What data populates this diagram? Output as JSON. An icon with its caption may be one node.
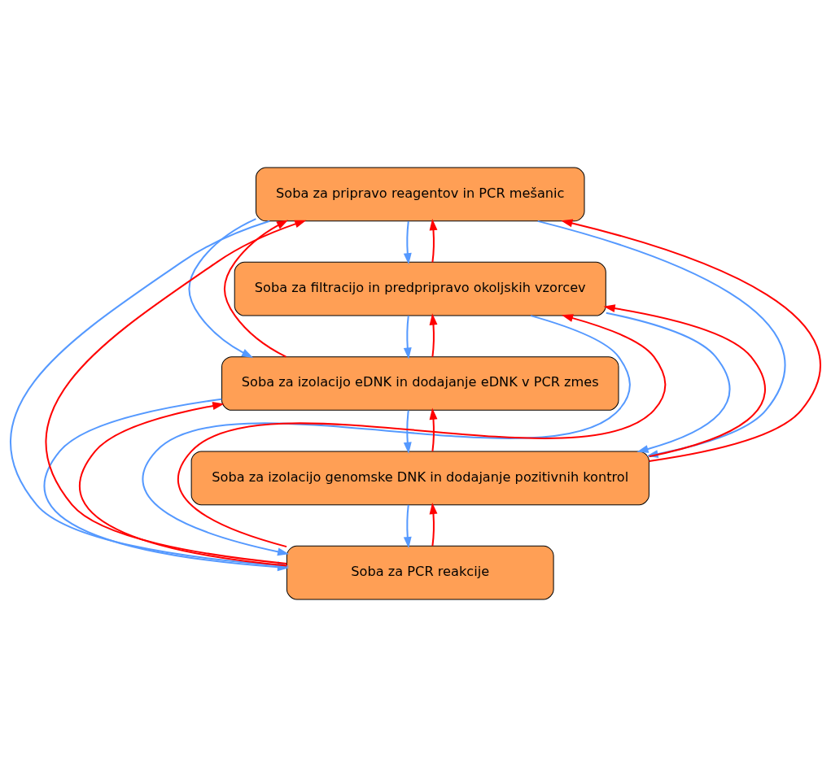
{
  "diagram": {
    "nodes": [
      {
        "text": [
          "Soba za pripravo reagentov in PCR mešanic"
        ]
      },
      {
        "text": [
          "Soba za filtracijo in predpripravo okoljskih vzorcev"
        ]
      },
      {
        "text": [
          "Soba za izolacijo eDNK in dodajanje eDNK v PCR zmes"
        ]
      },
      {
        "text": [
          "Soba za izolacijo genomske DNK in dodajanje pozitivnih kontrol"
        ]
      },
      {
        "text": [
          "Soba za PCR reakcije"
        ]
      }
    ],
    "edges": [
      {
        "from": 0,
        "to": 1,
        "arrow": "to",
        "color": "#5599ff"
      },
      {
        "from": 1,
        "to": 2,
        "arrow": "to",
        "color": "#5599ff"
      },
      {
        "from": 2,
        "to": 3,
        "arrow": "to",
        "color": "#5599ff"
      },
      {
        "from": 3,
        "to": 4,
        "arrow": "to",
        "color": "#5599ff"
      },
      {
        "from": 0,
        "to": 2,
        "arrow": "to",
        "color": "#5599ff"
      },
      {
        "from": 0,
        "to": 3,
        "arrow": "to",
        "color": "#5599ff"
      },
      {
        "from": 0,
        "to": 4,
        "arrow": "to",
        "color": "#5599ff"
      },
      {
        "from": 1,
        "to": 3,
        "arrow": "to",
        "color": "#5599ff"
      },
      {
        "from": 1,
        "to": 4,
        "arrow": "to",
        "color": "#5599ff"
      },
      {
        "from": 2,
        "to": 4,
        "arrow": "to",
        "color": "#5599ff"
      },
      {
        "from": 1,
        "to": 0,
        "arrow": "to",
        "color": "#ff0000"
      },
      {
        "from": 2,
        "to": 1,
        "arrow": "to",
        "color": "#ff0000"
      },
      {
        "from": 3,
        "to": 2,
        "arrow": "to",
        "color": "#ff0000"
      },
      {
        "from": 4,
        "to": 3,
        "arrow": "to",
        "color": "#ff0000"
      },
      {
        "from": 2,
        "to": 0,
        "arrow": "to",
        "color": "#ff0000"
      },
      {
        "from": 3,
        "to": 0,
        "arrow": "to",
        "color": "#ff0000"
      },
      {
        "from": 4,
        "to": 0,
        "arrow": "to",
        "color": "#ff0000"
      },
      {
        "from": 3,
        "to": 1,
        "arrow": "to",
        "color": "#ff0000"
      },
      {
        "from": 4,
        "to": 1,
        "arrow": "to",
        "color": "#ff0000"
      },
      {
        "from": 4,
        "to": 2,
        "arrow": "to",
        "color": "#ff0000"
      }
    ]
  }
}
